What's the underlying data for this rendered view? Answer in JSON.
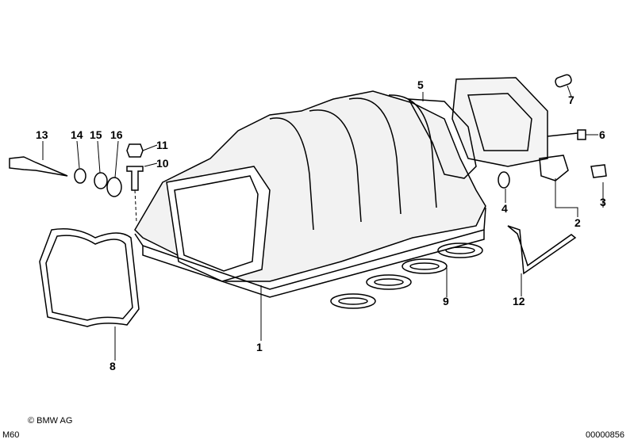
{
  "callouts": {
    "p1": "1",
    "p2": "2",
    "p3": "3",
    "p4": "4",
    "p5": "5",
    "p6": "6",
    "p7": "7",
    "p8": "8",
    "p9": "9",
    "p10": "10",
    "p11": "11",
    "p12": "12",
    "p13": "13",
    "p14": "14",
    "p15": "15",
    "p16": "16"
  },
  "footer": {
    "copyright": "© BMW AG",
    "model": "M60",
    "diagram_number": "00000856"
  }
}
